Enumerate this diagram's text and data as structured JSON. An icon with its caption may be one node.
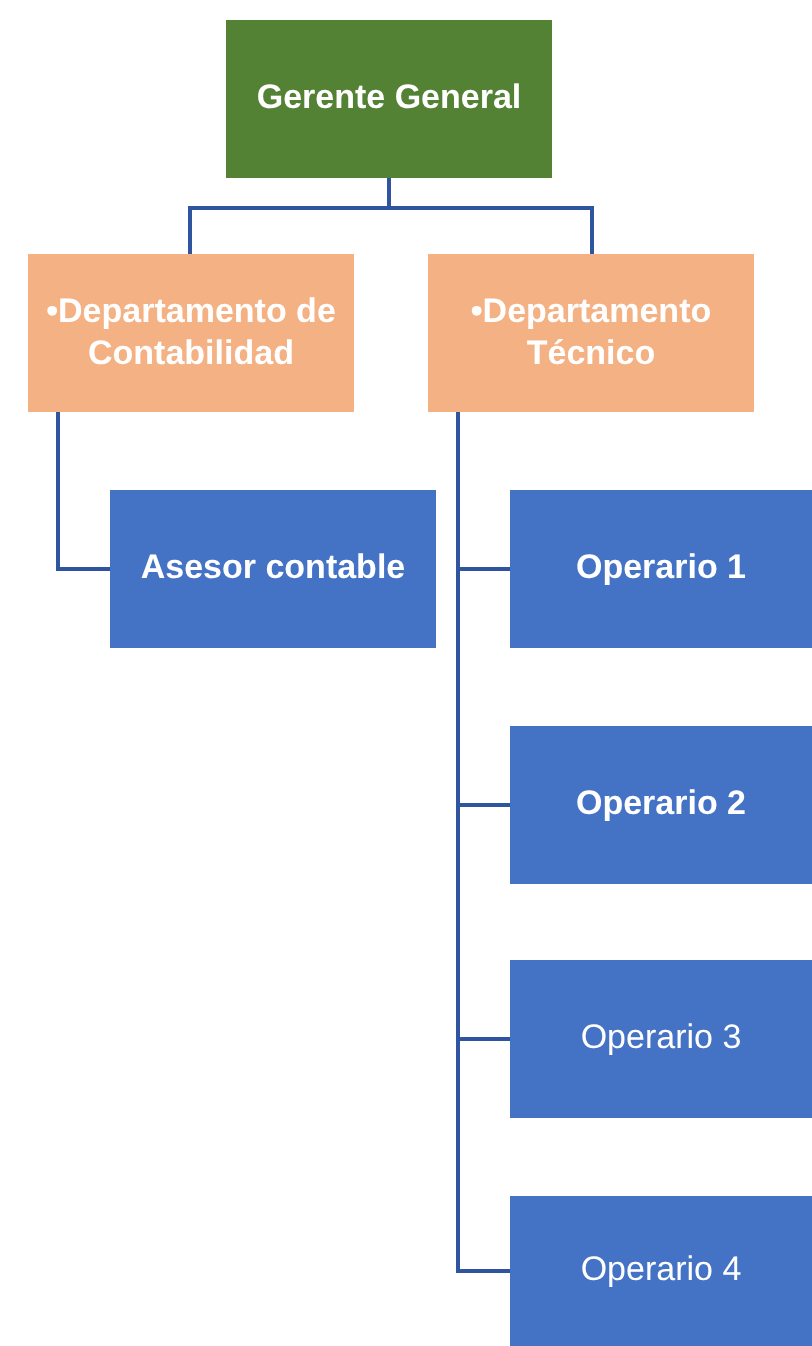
{
  "diagram": {
    "nodes": [
      {
        "text": [
          "Gerente General"
        ]
      },
      {
        "text": [
          "•Departamento de Contabilidad"
        ]
      },
      {
        "text": [
          "•Departamento Técnico"
        ]
      },
      {
        "text": [
          "Asesor contable"
        ]
      },
      {
        "text": [
          "Operario 1"
        ]
      },
      {
        "text": [
          "Operario 2"
        ]
      },
      {
        "text": [
          "Operario 3"
        ]
      },
      {
        "text": [
          "Operario 4"
        ]
      }
    ],
    "edges": [
      {
        "from": 0,
        "to": 1,
        "arrow": "none"
      },
      {
        "from": 0,
        "to": 2,
        "arrow": "none"
      },
      {
        "from": 1,
        "to": 3,
        "arrow": "none"
      },
      {
        "from": 2,
        "to": 4,
        "arrow": "none"
      },
      {
        "from": 2,
        "to": 5,
        "arrow": "none"
      },
      {
        "from": 2,
        "to": 6,
        "arrow": "none"
      },
      {
        "from": 2,
        "to": 7,
        "arrow": "none"
      }
    ]
  }
}
